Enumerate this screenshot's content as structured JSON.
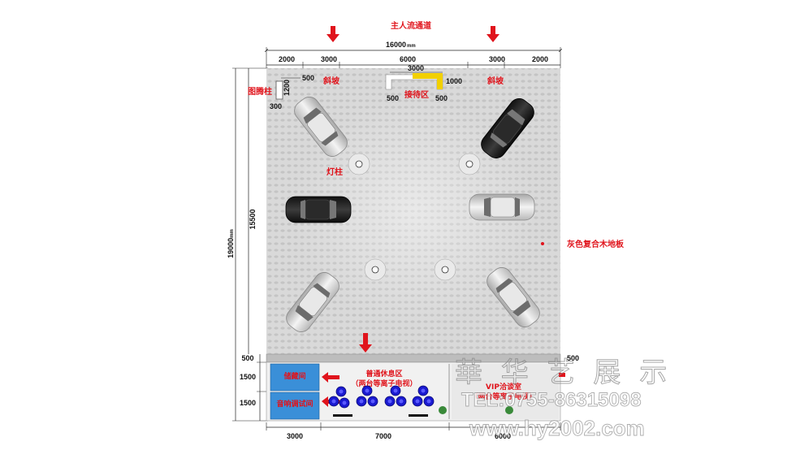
{
  "aisle_label": "主人流通道",
  "top_total_dim": "16000",
  "top_total_unit": "mm",
  "top_dims": [
    "2000",
    "3000",
    "6000",
    "3000",
    "2000"
  ],
  "reception_dims": {
    "width": "3000",
    "depth": "1000",
    "left_inset": "500",
    "right_inset": "500"
  },
  "left_small_dims": {
    "a": "500",
    "b": "1200",
    "c": "300"
  },
  "left_total_dim": "19000",
  "left_total_unit": "mm",
  "left_floor_dim": "15500",
  "left_lower_dims": [
    "500",
    "1500",
    "1500"
  ],
  "right_lower_dim": "500",
  "bottom_dims": [
    "3000",
    "7000",
    "6000"
  ],
  "labels": {
    "totem": "图腾柱",
    "ramp_left": "斜坡",
    "ramp_right": "斜坡",
    "reception": "接待区",
    "lamp": "灯柱",
    "floor": "灰色复合木地板",
    "storage": "储藏间",
    "audio": "音响调试间",
    "lounge_title": "普通休息区",
    "lounge_sub": "（两台等离子电视）",
    "vip_title": "VIP洽谈室",
    "vip_sub": "（两台等离子电视）"
  },
  "watermark": {
    "brand": "華 华 艺 展 示",
    "phone": "TEL:0755-86315098",
    "url": "www.hy2002.com"
  },
  "colors": {
    "accent_red": "#e0141c",
    "reception_yellow": "#f2d000",
    "room_blue": "#3a8fd8",
    "floor_gray": "#d6d6d6"
  }
}
